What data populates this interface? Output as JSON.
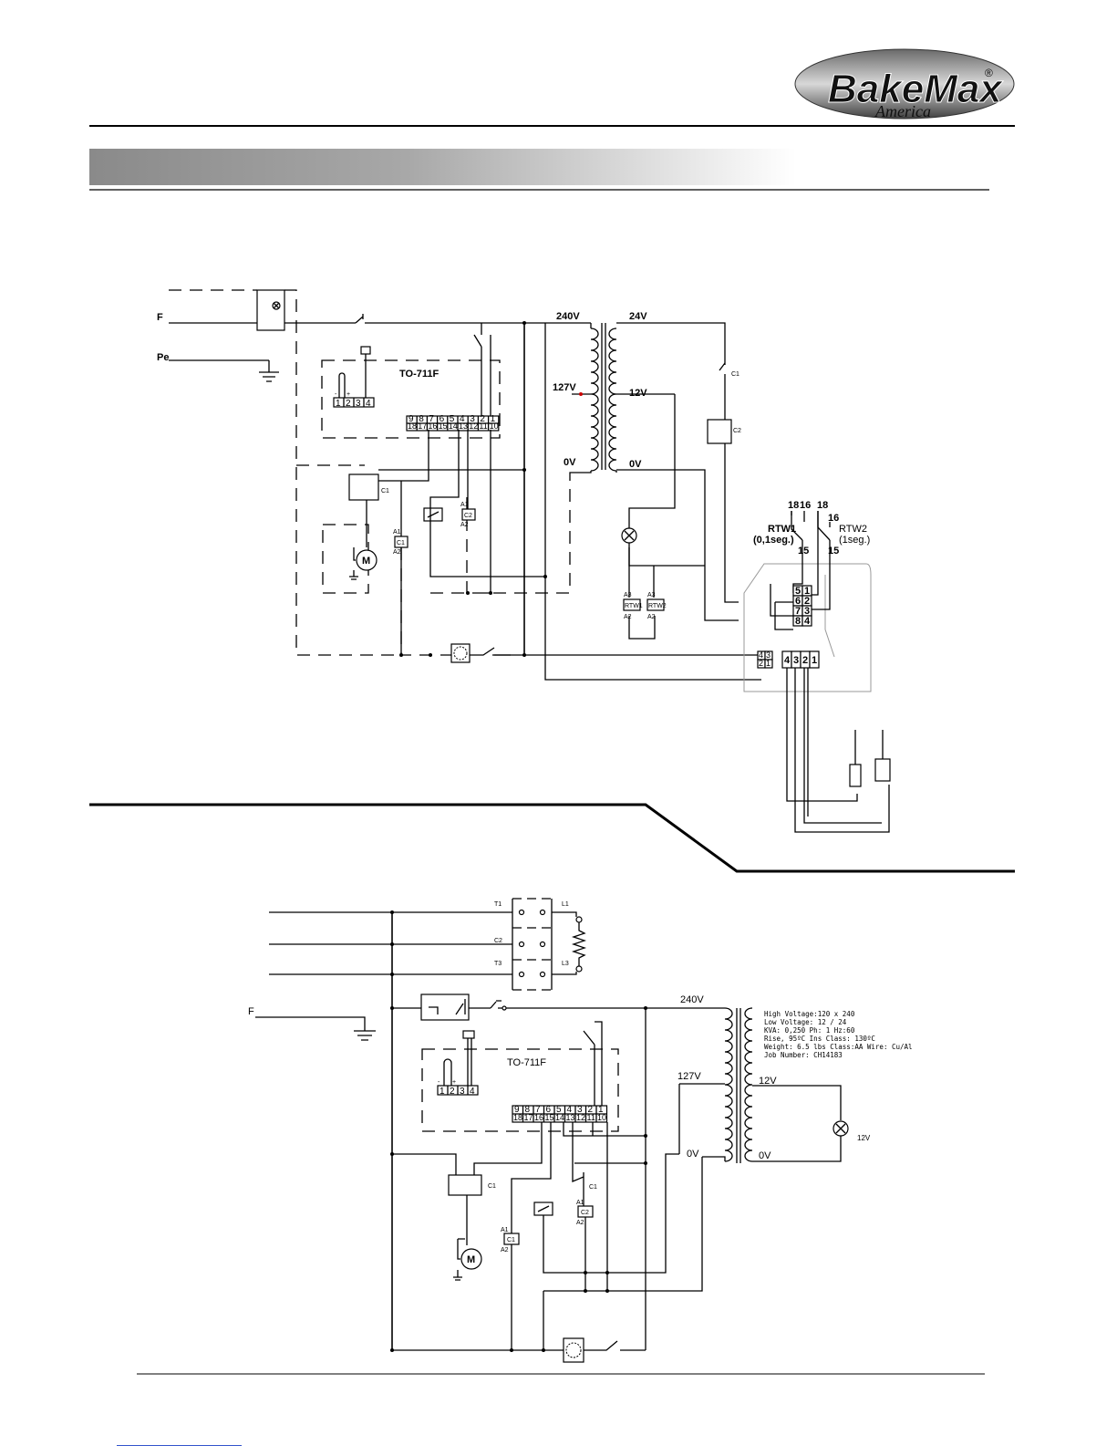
{
  "logo": {
    "brand": "BakeMax",
    "sub": "America",
    "reg": "®"
  },
  "diagram1": {
    "line_F": "F",
    "line_Pe": "Pe",
    "controller": "TO-711F",
    "probe_terminals": [
      "1",
      "2",
      "3",
      "4"
    ],
    "probe_signs": [
      "-",
      "+"
    ],
    "terminals_top": [
      "9",
      "8",
      "7",
      "6",
      "5",
      "4",
      "3",
      "2",
      "1"
    ],
    "terminals_bottom": [
      "18",
      "17",
      "16",
      "15",
      "14",
      "13",
      "12",
      "11",
      "10"
    ],
    "v240": "240V",
    "v127": "127V",
    "v0_left": "0V",
    "v24": "24V",
    "v12": "12V",
    "v0_right": "0V",
    "contactor_c1": "C1",
    "contactor_c2": "C2",
    "coil_c1": {
      "top": "A1",
      "label": "C1",
      "bottom": "A2"
    },
    "coil_c2": {
      "top": "A1",
      "label": "C2",
      "bottom": "A2"
    },
    "motor": "M",
    "rtw1": {
      "name": "RTW1",
      "time": "(0,1seg.)",
      "t18": "18",
      "t16": "16",
      "t15": "15"
    },
    "rtw2": {
      "name": "RTW2",
      "time": "(1seg.)",
      "t18": "18",
      "t16": "16",
      "t15": "15"
    },
    "coil_rtw1": {
      "top": "A3",
      "label": "RTW1",
      "bottom": "A2"
    },
    "coil_rtw2": {
      "top": "A3",
      "label": "RTW2",
      "bottom": "A2"
    },
    "ign_block_rows": [
      [
        "5",
        "1"
      ],
      [
        "6",
        "2"
      ],
      [
        "7",
        "3"
      ],
      [
        "8",
        "4"
      ]
    ],
    "plug_small": [
      [
        "4",
        "3"
      ],
      [
        "2",
        "1"
      ]
    ],
    "plug_large": [
      "4",
      "3",
      "2",
      "1"
    ]
  },
  "diagram2": {
    "line_F": "F",
    "controller": "TO-711F",
    "probe_terminals": [
      "1",
      "2",
      "3",
      "4"
    ],
    "probe_signs": [
      "-",
      "+"
    ],
    "terminals_top": [
      "9",
      "8",
      "7",
      "6",
      "5",
      "4",
      "3",
      "2",
      "1"
    ],
    "terminals_bottom": [
      "18",
      "17",
      "16",
      "15",
      "14",
      "13",
      "12",
      "11",
      "10"
    ],
    "contactor_poles": [
      "T1",
      "C2",
      "T3"
    ],
    "contactor_lines": [
      "L1",
      "L3"
    ],
    "v240": "240V",
    "v127": "127V",
    "v0_left": "0V",
    "v12": "12V",
    "v0_right": "0V",
    "lamp": "12V",
    "contactor_c1": "C1",
    "coil_c1": {
      "top": "A1",
      "label": "C1",
      "bottom": "A2"
    },
    "coil_c2": {
      "top": "A1",
      "label": "C2",
      "bottom": "A2"
    },
    "relay_contact": "C1",
    "motor": "M",
    "transformer_spec": [
      "High Voltage:120 x 240",
      "Low Voltage: 12 / 24",
      "KVA: 0,250      Ph: 1     Hz:60",
      "Rise, 95ºC     Ins Class: 130ºC",
      "Weight: 6.5 lbs  Class:AA    Wire: Cu/Al",
      "Job Number: CH14183"
    ]
  }
}
